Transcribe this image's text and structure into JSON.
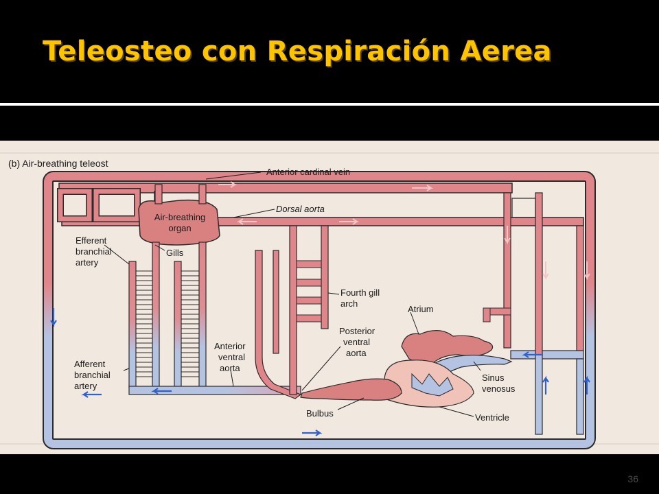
{
  "slide": {
    "title": "Teleosteo con Respiración Aerea",
    "page_number": "36"
  },
  "figure": {
    "caption": "(b) Air-breathing teleost",
    "labels": {
      "anterior_cardinal_vein": "Anterior cardinal vein",
      "dorsal_aorta": "Dorsal aorta",
      "air_breathing_organ_line1": "Air-breathing",
      "air_breathing_organ_line2": "organ",
      "efferent_line1": "Efferent",
      "efferent_line2": "branchial",
      "efferent_line3": "artery",
      "gills": "Gills",
      "fourth_gill_arch_line1": "Fourth gill",
      "fourth_gill_arch_line2": "arch",
      "atrium": "Atrium",
      "posterior_ventral_aorta_line1": "Posterior",
      "posterior_ventral_aorta_line2": "ventral",
      "posterior_ventral_aorta_line3": "aorta",
      "anterior_ventral_aorta_line1": "Anterior",
      "anterior_ventral_aorta_line2": "ventral",
      "anterior_ventral_aorta_line3": "aorta",
      "afferent_line1": "Afferent",
      "afferent_line2": "branchial",
      "afferent_line3": "artery",
      "sinus_venosus_line1": "Sinus",
      "sinus_venosus_line2": "venosus",
      "bulbus": "Bulbus",
      "ventricle": "Ventricle"
    },
    "colors": {
      "oxygenated": "#e0868a",
      "deoxygenated": "#b5c3e3",
      "vessel_outline": "#2a2a2a",
      "heart": "#d98080",
      "arrow_red": "#e8a0a0",
      "arrow_blue": "#2f62c8"
    }
  }
}
